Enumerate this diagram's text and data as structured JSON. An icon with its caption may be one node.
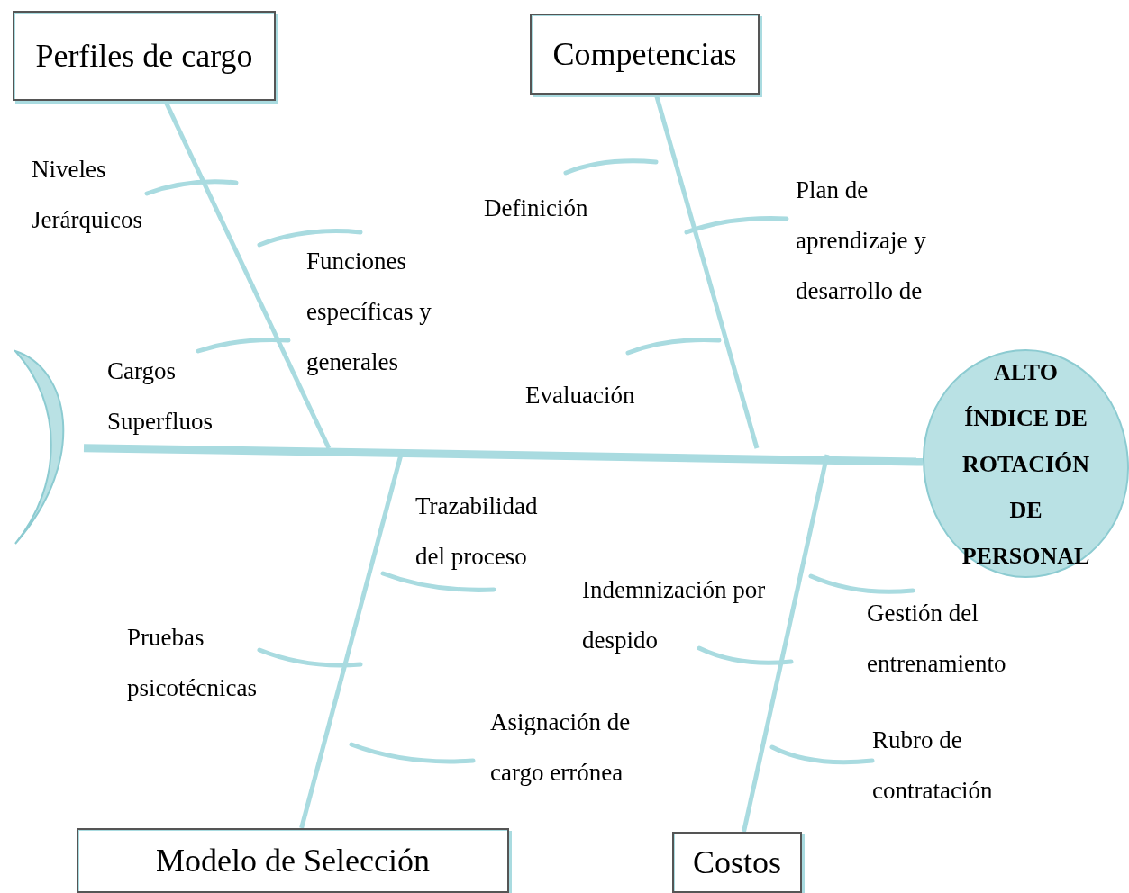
{
  "diagram": {
    "nodes": [
      {
        "text": [
          "Perfiles de cargo"
        ]
      },
      {
        "text": [
          "Competencias"
        ]
      },
      {
        "text": [
          "Modelo de Selección"
        ]
      },
      {
        "text": [
          "Costos"
        ]
      },
      {
        "text": [
          "ALTO ÍNDICE DE ROTACIÓN DE PERSONAL"
        ]
      },
      {
        "text": [],
        "shape": "crescent"
      }
    ],
    "edges": [
      {
        "from": 5,
        "to": 4,
        "arrow": "none",
        "style": "thick"
      },
      {
        "from": 0,
        "to": null,
        "arrow": "none"
      },
      {
        "from": 1,
        "to": null,
        "arrow": "none"
      },
      {
        "from": 2,
        "to": null,
        "arrow": "none"
      },
      {
        "from": 3,
        "to": null,
        "arrow": "none"
      }
    ],
    "labels": [
      "Niveles Jerárquicos",
      "Definición",
      "Plan de aprendizaje y desarrollo de",
      "Funciones específicas y generales",
      "Cargos Superfluos",
      "Evaluación",
      "Trazabilidad del proceso",
      "Indemnización por despido",
      "Gestión del entrenamiento",
      "Pruebas psicotécnicas",
      "Rubro de contratación",
      "Asignación de cargo errónea"
    ]
  }
}
